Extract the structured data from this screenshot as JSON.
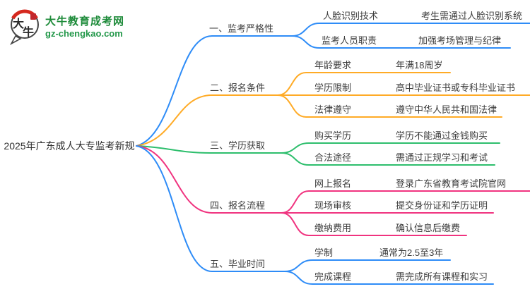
{
  "logo": {
    "site_name": "大牛教育成考网",
    "site_url": "gz-chengkao.com",
    "icon_char_1": "大",
    "icon_char_2": "牛",
    "brand_green": "#1e8b3a",
    "icon_red": "#d5281e"
  },
  "root": {
    "label": "2025年广东成人大专监考新规"
  },
  "branches": [
    {
      "label": "一、监考严格性",
      "color": "#2e8cf7",
      "children": [
        {
          "label": "人脸识别技术",
          "leaf": "考生需通过人脸识别系统"
        },
        {
          "label": "监考人员职责",
          "leaf": "加强考场管理与纪律"
        }
      ]
    },
    {
      "label": "二、报名条件",
      "color": "#ffab26",
      "children": [
        {
          "label": "年龄要求",
          "leaf": "年满18周岁"
        },
        {
          "label": "学历限制",
          "leaf": "高中毕业证书或专科毕业证书"
        },
        {
          "label": "法律遵守",
          "leaf": "遵守中华人民共和国法律"
        }
      ]
    },
    {
      "label": "三、学历获取",
      "color": "#2dbe6c",
      "children": [
        {
          "label": "购买学历",
          "leaf": "学历不能通过金钱购买"
        },
        {
          "label": "合法途径",
          "leaf": "需通过正规学习和考试"
        }
      ]
    },
    {
      "label": "四、报名流程",
      "color": "#f0337f",
      "children": [
        {
          "label": "网上报名",
          "leaf": "登录广东省教育考试院官网"
        },
        {
          "label": "现场审核",
          "leaf": "提交身份证和学历证明"
        },
        {
          "label": "缴纳费用",
          "leaf": "确认信息后缴费"
        }
      ]
    },
    {
      "label": "五、毕业时间",
      "color": "#2e8cf7",
      "children": [
        {
          "label": "学制",
          "leaf": "通常为2.5至3年"
        },
        {
          "label": "完成课程",
          "leaf": "需完成所有课程和实习"
        }
      ]
    }
  ]
}
